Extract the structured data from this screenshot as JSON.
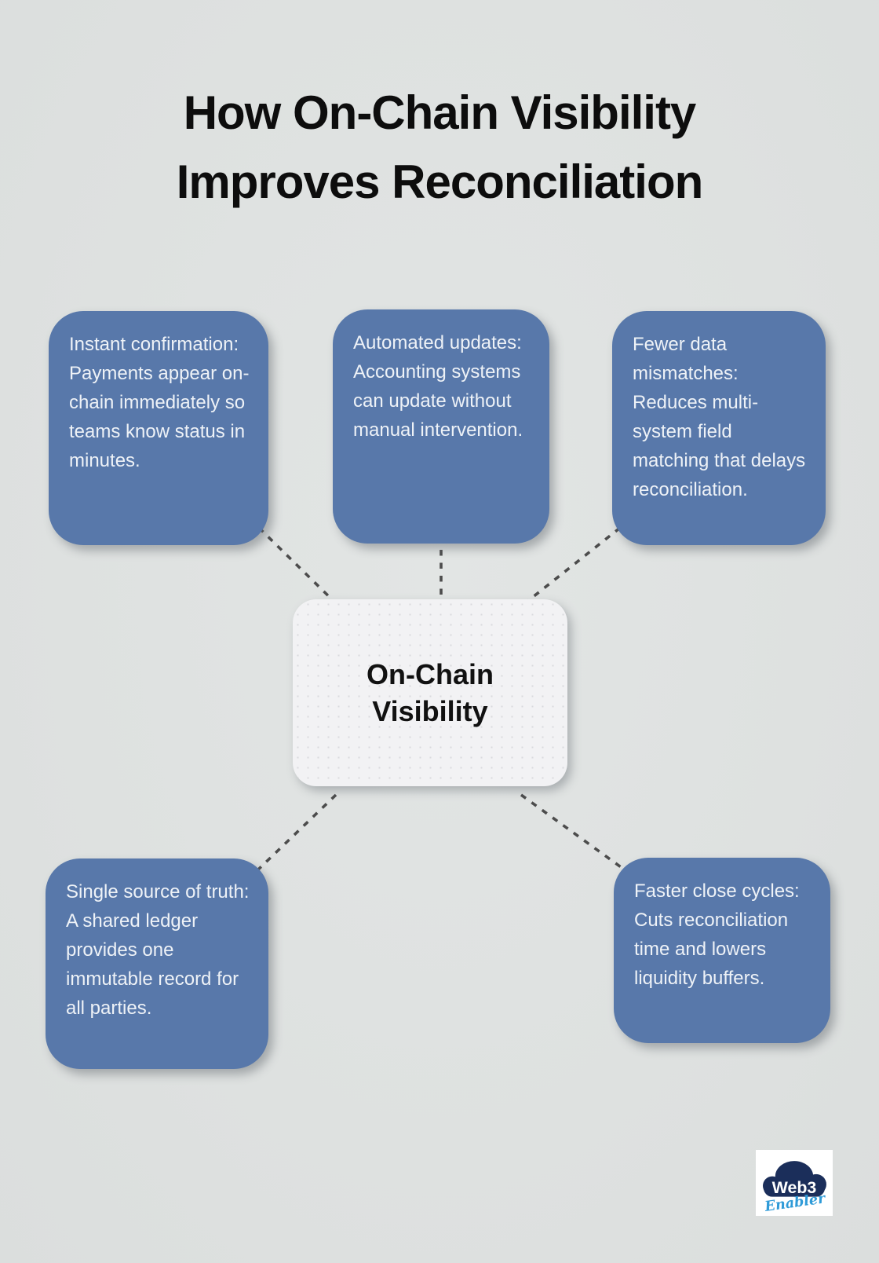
{
  "title": {
    "line1": "How On-Chain Visibility",
    "line2": "Improves Reconciliation"
  },
  "center_node": {
    "line1": "On-Chain",
    "line2": "Visibility"
  },
  "nodes": [
    {
      "id": "instant-confirmation",
      "text": "Instant confirmation: Payments appear on-chain immediately so teams know status in minutes."
    },
    {
      "id": "automated-updates",
      "text": "Automated updates: Accounting systems can update without manual intervention."
    },
    {
      "id": "fewer-data-mismatches",
      "text": "Fewer data mismatches: Reduces multi-system field matching that delays reconciliation."
    },
    {
      "id": "single-source-of-truth",
      "text": "Single source of truth: A shared ledger provides one immutable record for all parties."
    },
    {
      "id": "faster-close-cycles",
      "text": "Faster close cycles: Cuts reconciliation time and lowers liquidity buffers."
    }
  ],
  "logo": {
    "brand_top": "Web3",
    "brand_bottom": "Enabler"
  },
  "colors": {
    "background": "#dee1e0",
    "node_fill": "#5878aa",
    "node_text": "#eef2f7",
    "center_fill": "#f2f2f4",
    "title_text": "#0d0d0d",
    "connector_dash": "#4c4c4c",
    "logo_navy": "#1b2e5a",
    "logo_script_blue": "#2f9bd8"
  }
}
